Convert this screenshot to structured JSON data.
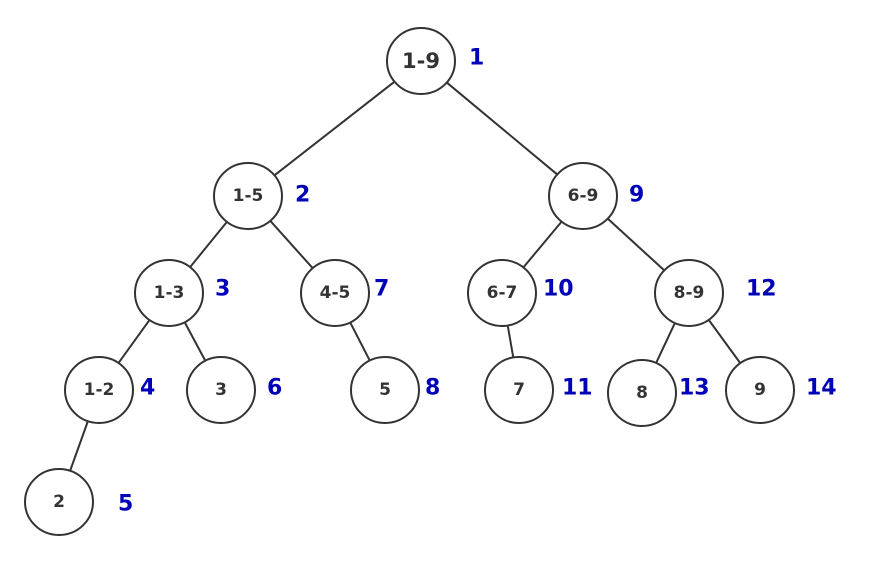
{
  "colors": {
    "edge": "#333333",
    "node_border": "#333333",
    "node_label": "#333333",
    "index_label": "#0000b8"
  },
  "nodes": [
    {
      "id": "n1",
      "label": "1-9",
      "index": "1"
    },
    {
      "id": "n2",
      "label": "1-5",
      "index": "2"
    },
    {
      "id": "n3",
      "label": "1-3",
      "index": "3"
    },
    {
      "id": "n4",
      "label": "1-2",
      "index": "4"
    },
    {
      "id": "n5",
      "label": "2",
      "index": "5"
    },
    {
      "id": "n6",
      "label": "3",
      "index": "6"
    },
    {
      "id": "n7",
      "label": "4-5",
      "index": "7"
    },
    {
      "id": "n8",
      "label": "5",
      "index": "8"
    },
    {
      "id": "n9",
      "label": "6-9",
      "index": "9"
    },
    {
      "id": "n10",
      "label": "6-7",
      "index": "10"
    },
    {
      "id": "n11",
      "label": "7",
      "index": "11"
    },
    {
      "id": "n12",
      "label": "8-9",
      "index": "12"
    },
    {
      "id": "n13",
      "label": "8",
      "index": "13"
    },
    {
      "id": "n14",
      "label": "9",
      "index": "14"
    }
  ],
  "edges": [
    [
      "n1",
      "n2"
    ],
    [
      "n1",
      "n9"
    ],
    [
      "n2",
      "n3"
    ],
    [
      "n2",
      "n7"
    ],
    [
      "n3",
      "n4"
    ],
    [
      "n3",
      "n6"
    ],
    [
      "n4",
      "n5"
    ],
    [
      "n7",
      "n8"
    ],
    [
      "n9",
      "n10"
    ],
    [
      "n9",
      "n12"
    ],
    [
      "n10",
      "n11"
    ],
    [
      "n12",
      "n13"
    ],
    [
      "n12",
      "n14"
    ]
  ]
}
